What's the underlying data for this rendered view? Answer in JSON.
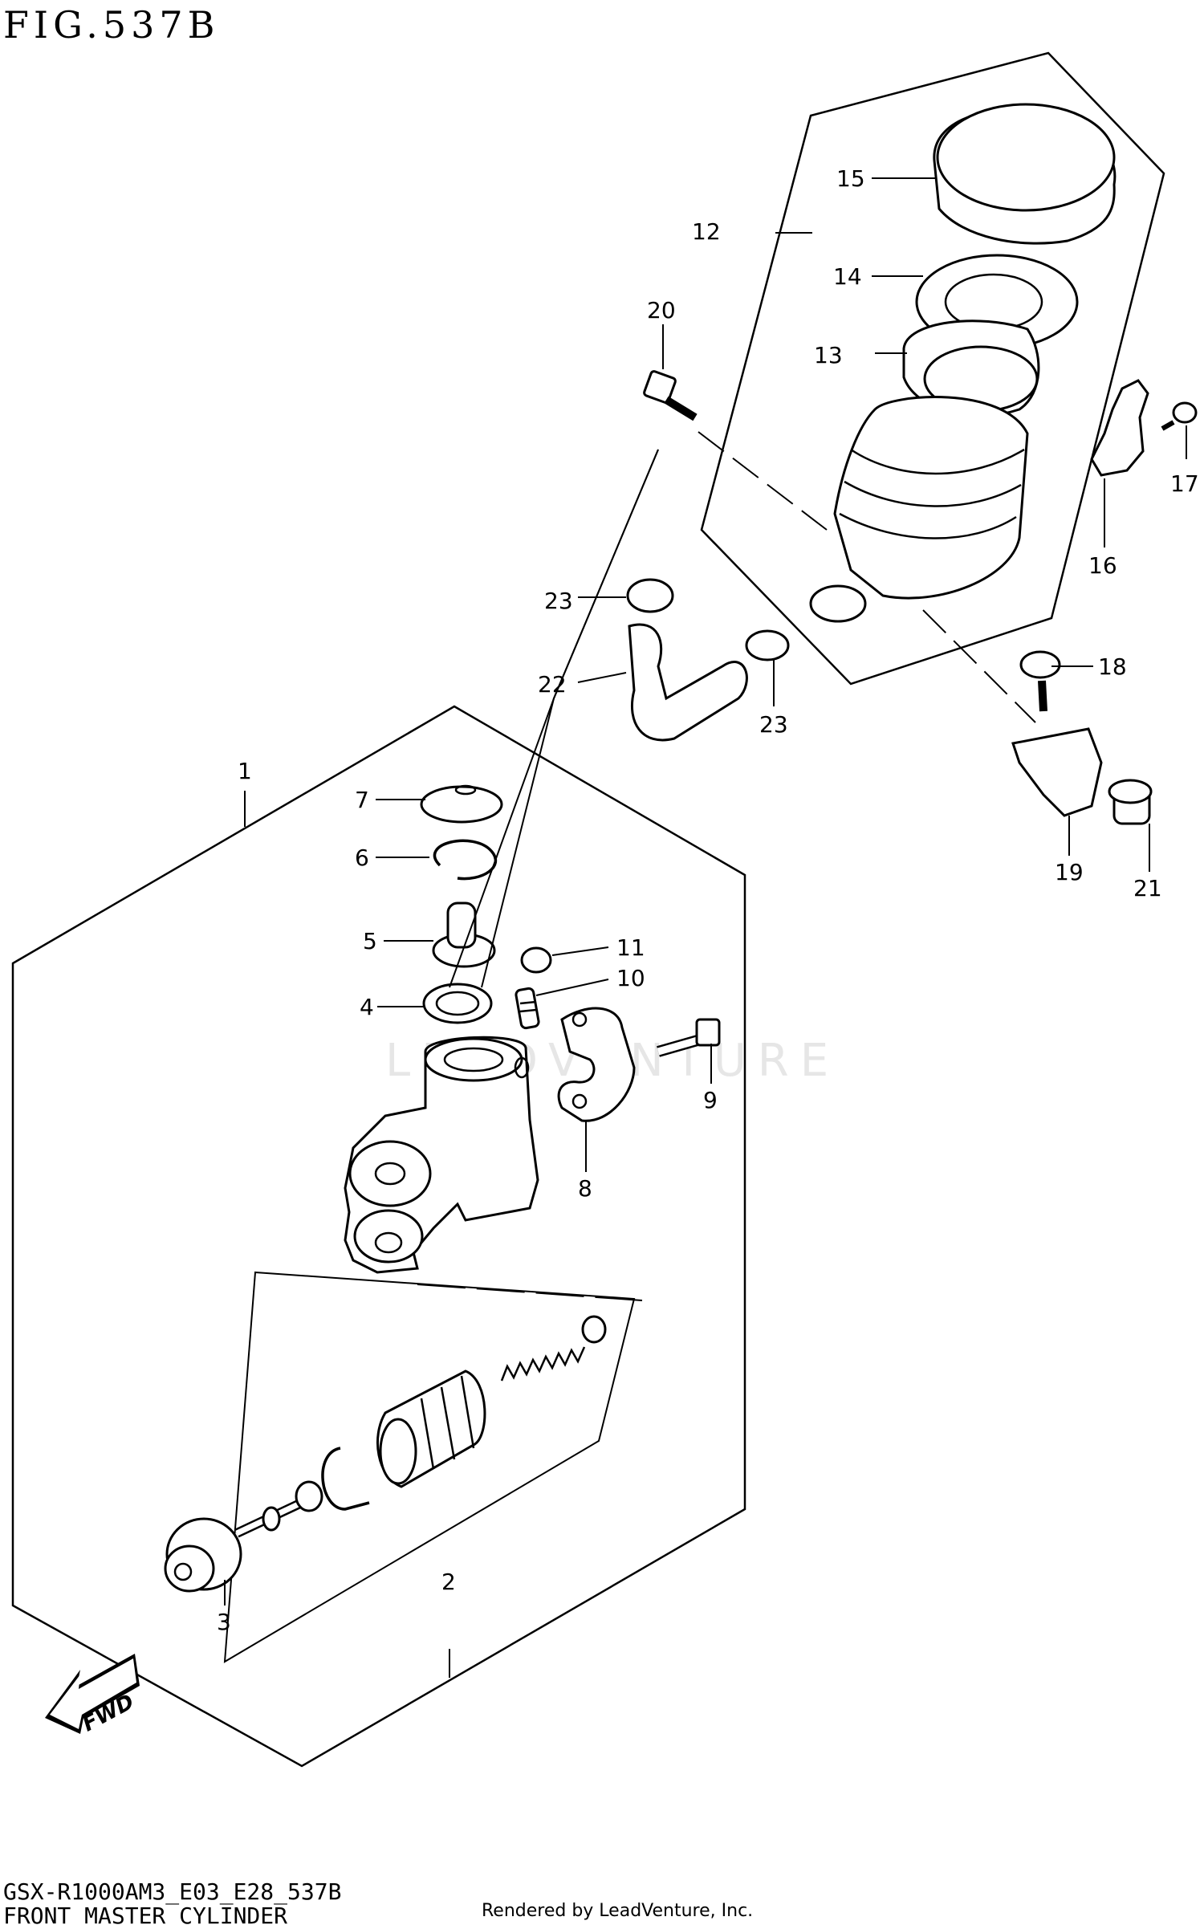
{
  "figure": {
    "title": "FIG.537B"
  },
  "footer": {
    "code": "GSX-R1000AM3_E03_E28_537B",
    "name": "FRONT MASTER CYLINDER",
    "credit": "Rendered by LeadVenture, Inc."
  },
  "watermark": "LEADVENTURE",
  "fwd_label": "FWD",
  "callouts": {
    "c1": "1",
    "c2": "2",
    "c3": "3",
    "c4": "4",
    "c5": "5",
    "c6": "6",
    "c7": "7",
    "c8": "8",
    "c9": "9",
    "c10": "10",
    "c11": "11",
    "c12": "12",
    "c13": "13",
    "c14": "14",
    "c15": "15",
    "c16": "16",
    "c17": "17",
    "c18": "18",
    "c19": "19",
    "c20": "20",
    "c21": "21",
    "c22": "22",
    "c23a": "23",
    "c23b": "23"
  }
}
